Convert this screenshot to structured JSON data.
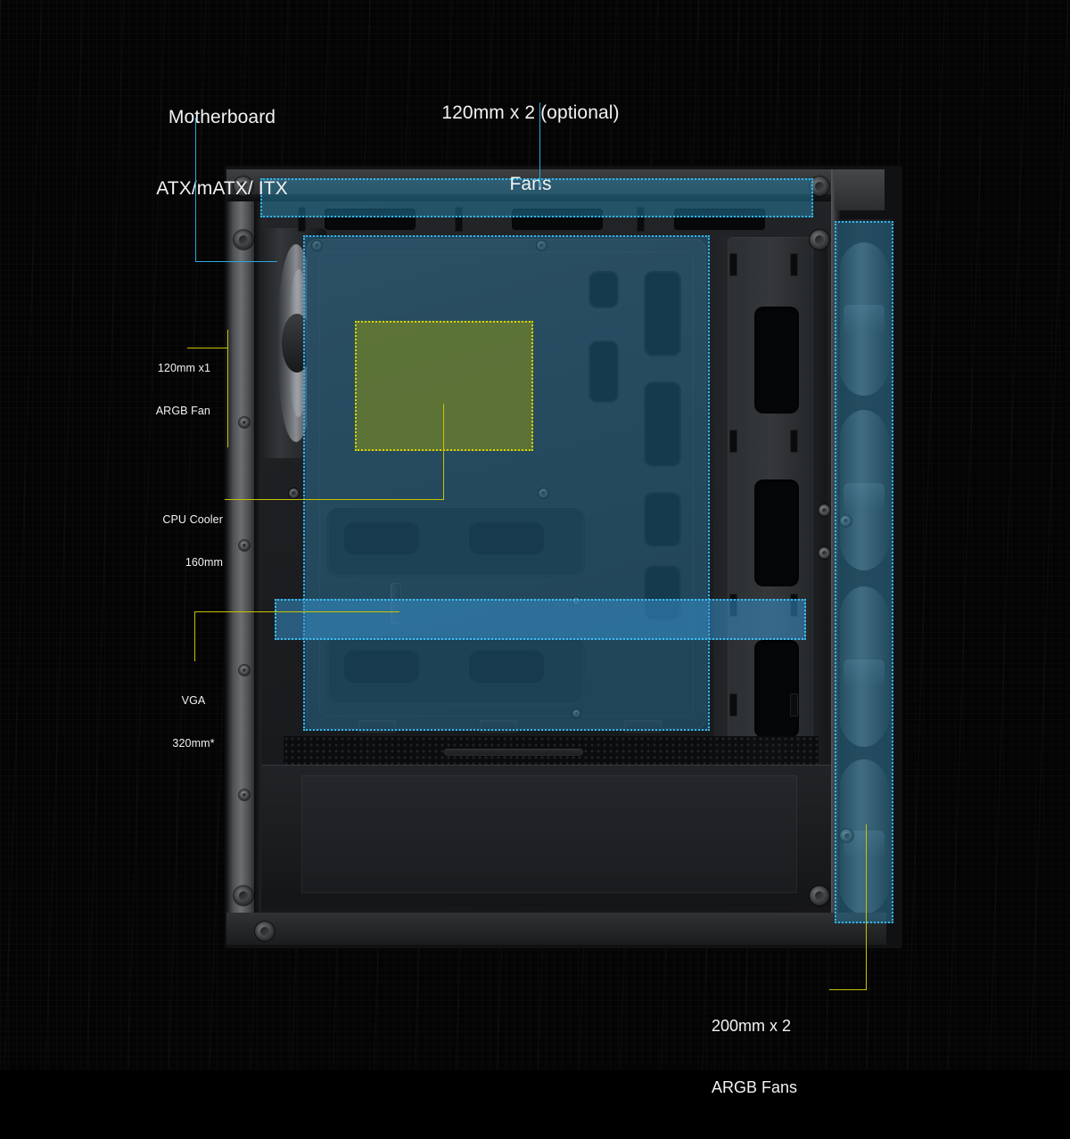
{
  "diagram": {
    "title": "PC Case Interior Component Clearance Diagram",
    "background_color": "#030303",
    "accent_cyan": "#2aa8e0",
    "accent_yellow": "#c8c400"
  },
  "callouts": [
    {
      "id": "motherboard",
      "line1": "Motherboard",
      "line2": "ATX/mATX/ ITX",
      "size": "big",
      "leader_color": "#2aa8e0",
      "highlight_color": "#2378a5"
    },
    {
      "id": "top-fans",
      "line1": "120mm x 2 (optional)",
      "line2": "Fans",
      "size": "big",
      "leader_color": "#2aa8e0",
      "highlight_color": "#2896c3"
    },
    {
      "id": "rear-argb-fan",
      "line1": "120mm x1",
      "line2": "ARGB Fan",
      "size": "small",
      "leader_color": "#c8c400",
      "highlight_color": "#c8c400"
    },
    {
      "id": "cpu-cooler",
      "line1": "CPU Cooler",
      "line2": "160mm",
      "size": "small",
      "leader_color": "#c8c400",
      "highlight_color": "#788723"
    },
    {
      "id": "vga",
      "line1": "VGA",
      "line2": "320mm*",
      "size": "small",
      "leader_color": "#c8c400",
      "highlight_color": "#3796d2"
    },
    {
      "id": "front-argb-fans",
      "line1": "200mm x 2",
      "line2": "ARGB Fans",
      "size": "mid",
      "leader_color": "#c8c400",
      "highlight_color": "#2887b4"
    }
  ]
}
